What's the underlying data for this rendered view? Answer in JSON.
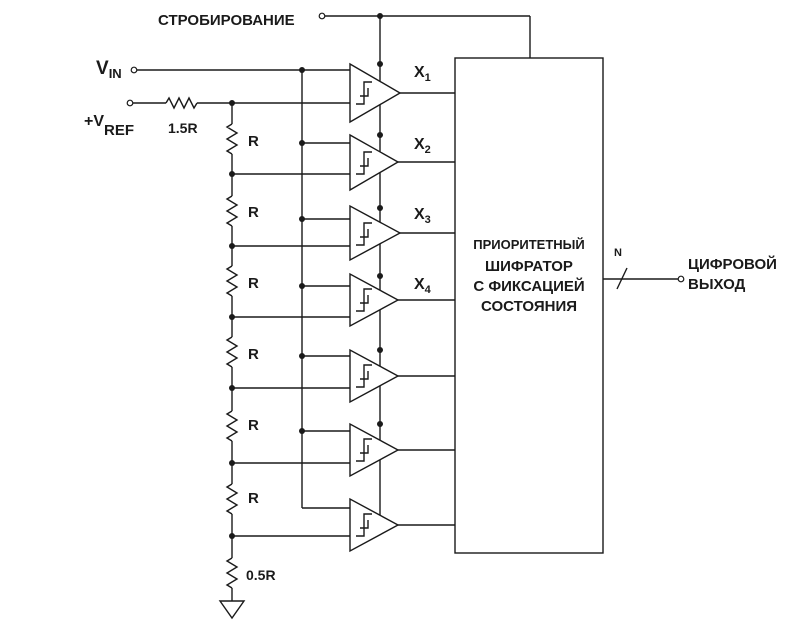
{
  "labels": {
    "strobe": "СТРОБИРОВАНИЕ",
    "vin_main": "V",
    "vin_sub": "IN",
    "vref_main": "+V",
    "vref_sub": "REF",
    "r_top": "1.5R",
    "r": "R",
    "r_bottom": "0.5R",
    "x_main": "X",
    "x1_sub": "1",
    "x2_sub": "2",
    "x3_sub": "3",
    "x4_sub": "4",
    "encoder_line1": "ПРИОРИТЕТНЫЙ",
    "encoder_line2": "ШИФРАТОР",
    "encoder_line3": "С ФИКСАЦИЕЙ",
    "encoder_line4": "СОСТОЯНИЯ",
    "bus_width": "N",
    "output_line1": "ЦИФРОВОЙ",
    "output_line2": "ВЫХОД"
  }
}
